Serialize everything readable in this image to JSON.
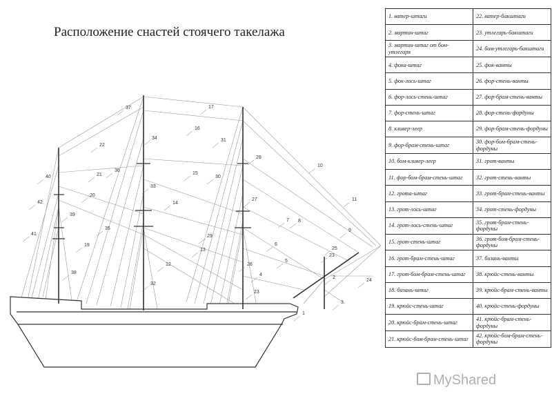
{
  "title": "Расположение снастей стоячего такелажа",
  "callouts": [
    "1",
    "2",
    "3",
    "4",
    "5",
    "6",
    "7",
    "8",
    "9",
    "10",
    "11",
    "12",
    "13",
    "14",
    "15",
    "16",
    "17",
    "19",
    "20",
    "21",
    "22",
    "23",
    "23",
    "24",
    "25",
    "26",
    "27",
    "28",
    "29",
    "30",
    "31",
    "32",
    "33",
    "34",
    "35",
    "36",
    "37",
    "38",
    "39",
    "40",
    "41",
    "42"
  ],
  "legend_rows": [
    [
      "1. ватер-штаги",
      "22. ватер-бакштаги"
    ],
    [
      "2. мартин-штаг",
      "23. утлегарь-бакштаги"
    ],
    [
      "3. мартин-штаг от бом-утлегаря",
      "24. бом-утлегарь-бакштаги"
    ],
    [
      "4. фока-штаг",
      "25. фок-ванты"
    ],
    [
      "5. фок-лось-штаг",
      "26. фор-стень-ванты"
    ],
    [
      "6. фор-лось-стень-штаг",
      "27. фор-брам-стень-ванты"
    ],
    [
      "7. фор-стень-штаг",
      "28. фор-стень-фордуны"
    ],
    [
      "8. кливер-леер",
      "29. фор-брам-стень-фордуны"
    ],
    [
      "9. фор-брам-стень-штаг",
      "30. фор-бом-брам-стень-фордуны"
    ],
    [
      "10. бом-кливер-леер",
      "31. грот-ванты"
    ],
    [
      "11. фор-бом-брам-стень-штаг",
      "32. грот-стень-ванты"
    ],
    [
      "12. грота-штаг",
      "33. грот-брам-стень-ванты"
    ],
    [
      "13. грот-лось-штаг",
      "34. грот-стень-фордуны"
    ],
    [
      "14. грот-лось-стень-штаг",
      "35. грот-брам-стень-фордуны"
    ],
    [
      "15. грот-стень-штаг",
      "36. грот-бом-брам-стень-фордуны"
    ],
    [
      "16. грот-брам-стень-штаг",
      "37. бизань-ванты"
    ],
    [
      "17. грот-бом-брам-стень-штаг",
      "38. крюйс-стень-ванты"
    ],
    [
      "18. бизань-штаг",
      "39. крюйс-брам-стень-ванты"
    ],
    [
      "19. крюйс-стень-штаг",
      "40. крюйс-стень-фордуны"
    ],
    [
      "20. крюйс-брам-стень-штаг",
      "41. крюйс-брам-стень-фордуны"
    ],
    [
      "21. крюйс-бом-брам-стень-штаг",
      "42. крюйс-бом-брам-стень-фордуны"
    ]
  ],
  "watermark": "MyShared"
}
